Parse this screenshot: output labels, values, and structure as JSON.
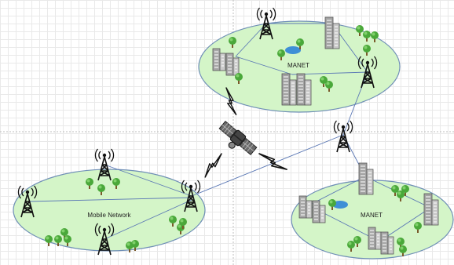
{
  "diagram": {
    "regions": [
      {
        "id": "manet-top",
        "label": "MANET"
      },
      {
        "id": "manet-bottom",
        "label": "MANET"
      },
      {
        "id": "mobile-network",
        "label": "Mobile Network"
      }
    ],
    "colors": {
      "region_fill": "#d4f5c8",
      "region_stroke": "#6f8fb6",
      "link": "#5b78b5",
      "tower": "#111111",
      "building": "#a3a3a3",
      "tree": "#4aa83a",
      "lake": "#3f8fd6",
      "lightning": "#111111",
      "satellite": "#555555"
    },
    "icons": [
      "radio-tower-icon",
      "building-icon",
      "tree-icon",
      "lake-icon",
      "satellite-icon",
      "lightning-icon"
    ]
  }
}
